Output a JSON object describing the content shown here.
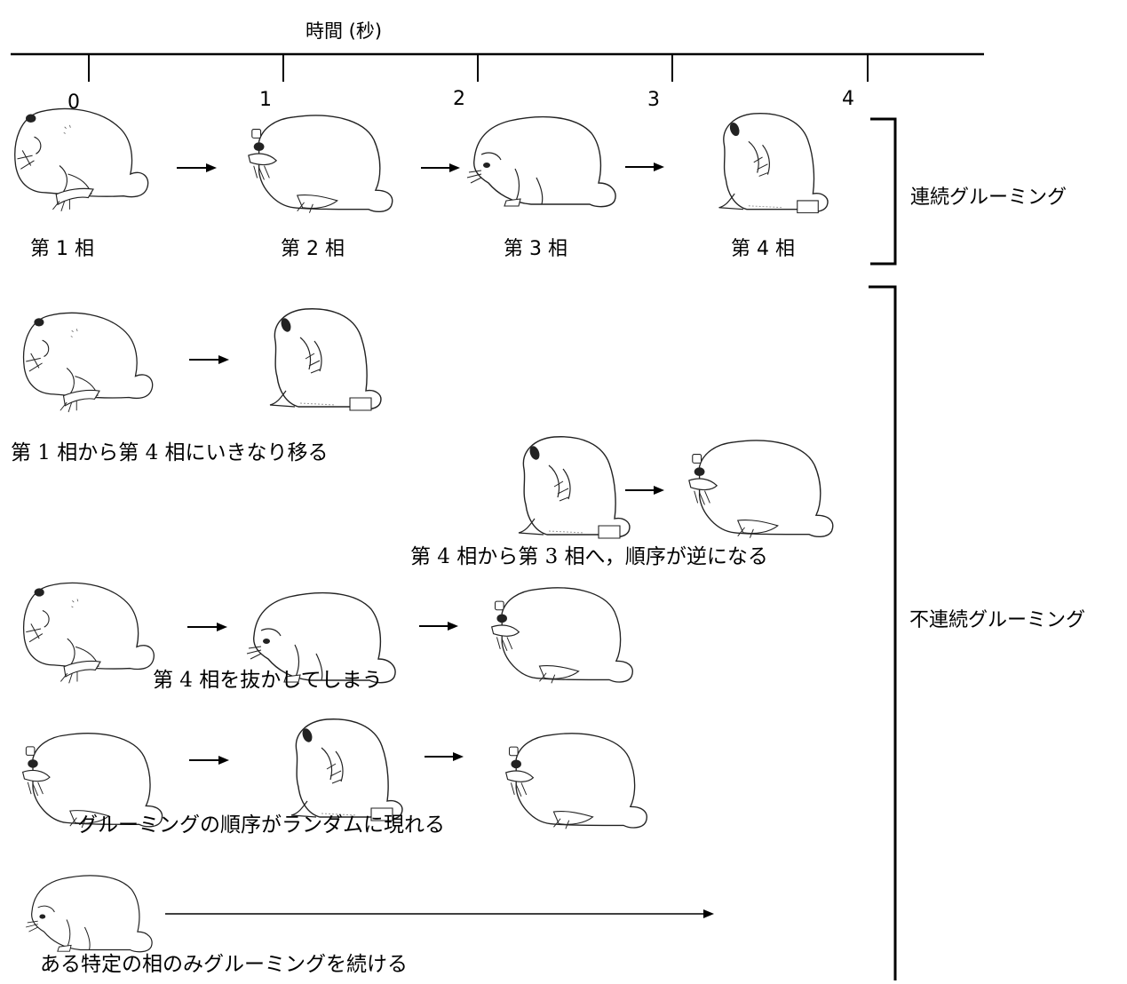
{
  "axis": {
    "title": "時間 (秒)",
    "ticks": [
      "0",
      "1",
      "2",
      "3",
      "4"
    ]
  },
  "groups": {
    "continuous": "連続グルーミング",
    "discontinuous": "不連続グルーミング"
  },
  "phases": [
    "第 1 相",
    "第 2 相",
    "第 3 相",
    "第 4 相"
  ],
  "sequences": {
    "jump": "第 1 相から第 4 相にいきなり移る",
    "reverse": "第 4 相から第 3 相へ，順序が逆になる",
    "skip": "第 4 相を抜かしてしまう",
    "random": "グルーミングの順序がランダムに現れる",
    "repeat": "ある特定の相のみグルーミングを続ける"
  },
  "icons": {
    "pose_1": "rat-phase1-icon",
    "pose_2": "rat-phase2-icon",
    "pose_3": "rat-phase3-icon",
    "pose_4": "rat-phase4-icon",
    "arrow": "right-arrow-icon"
  }
}
